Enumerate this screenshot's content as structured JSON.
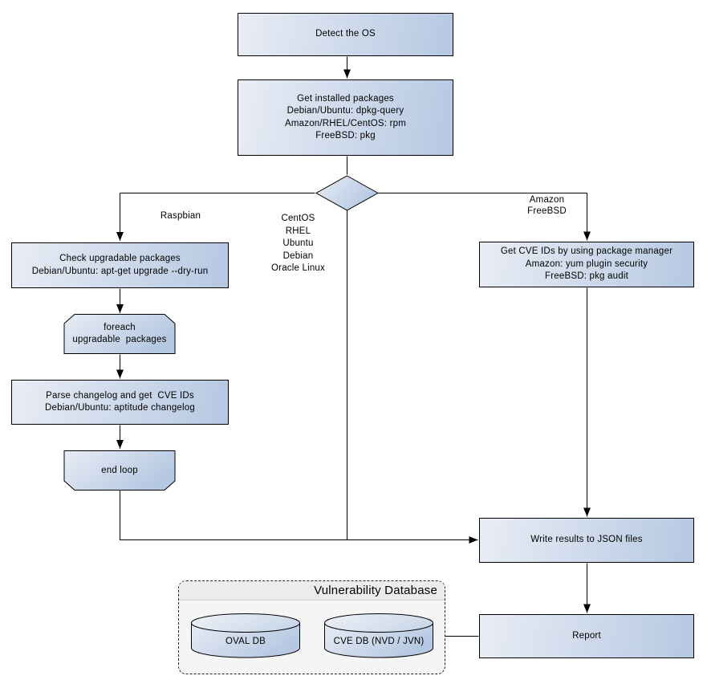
{
  "nodes": {
    "detect_os": {
      "label": "Detect the OS"
    },
    "get_installed_packages": {
      "label": "Get installed packages\nDebian/Ubuntu: dpkg-query\nAmazon/RHEL/CentOS: rpm\nFreeBSD: pkg"
    },
    "check_upgradable": {
      "label": "Check upgradable packages\nDebian/Ubuntu: apt-get upgrade --dry-run"
    },
    "foreach_loop": {
      "label": "foreach\nupgradable  packages"
    },
    "parse_changelog": {
      "label": "Parse changelog and get  CVE IDs\nDebian/Ubuntu: aptitude changelog"
    },
    "end_loop": {
      "label": "end loop"
    },
    "get_cve_ids": {
      "label": "Get CVE IDs by using package manager\nAmazon: yum plugin security\nFreeBSD: pkg audit"
    },
    "write_results": {
      "label": "Write results to JSON files"
    },
    "report": {
      "label": "Report"
    }
  },
  "branch_labels": {
    "raspbian": "Raspbian",
    "middle": "CentOS\nRHEL\nUbuntu\nDebian\nOracle Linux",
    "amazon_freebsd": "Amazon\nFreeBSD"
  },
  "database": {
    "title": "Vulnerability Database",
    "oval_db": "OVAL DB",
    "cve_db": "CVE DB (NVD / JVN)"
  },
  "colors": {
    "node_fill_light": "#e9edf5",
    "node_fill_dark": "#b5c8e2",
    "node_border": "#000000",
    "connector": "#000000",
    "container_bg": "#f5f5f5",
    "container_header_bg": "#ececec",
    "container_border": "#222222"
  }
}
